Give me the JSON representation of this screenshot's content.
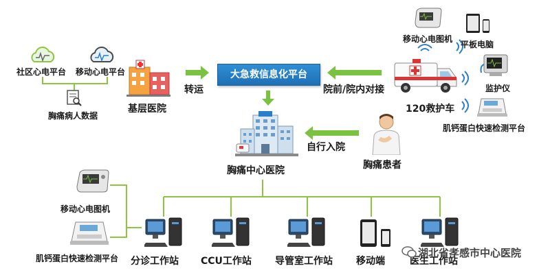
{
  "nodes": {
    "community_ecg": "社区心电平台",
    "mobile_ecg_platform": "移动心电平台",
    "chest_pain_data": "胸痛病人数据",
    "primary_hospital": "基层医院",
    "transfer": "转运",
    "platform": "大急救信息化平台",
    "prehospital": "院前/院内对接",
    "ambulance": "120救护车",
    "mobile_ecg_top": "移动心电图机",
    "tablet": "平板电脑",
    "monitor": "监护仪",
    "troponin_top": "肌钙蛋白快速检测平台",
    "center_hospital": "胸痛中心医院",
    "self_admission": "自行入院",
    "patient": "胸痛患者",
    "mobile_ecg_left": "移动心电图机",
    "troponin_left": "肌钙蛋白快速检测平台",
    "triage": "分诊工作站",
    "ccu": "CCU工作站",
    "cath": "导管室工作站",
    "mobile": "移动端",
    "doctor": "医生工作站"
  },
  "watermark": "湖北省孝感市中心医院",
  "colors": {
    "arrow_green": "#7cc242",
    "line_green": "#8cc63f",
    "platform_blue": "#2a7fc9"
  }
}
